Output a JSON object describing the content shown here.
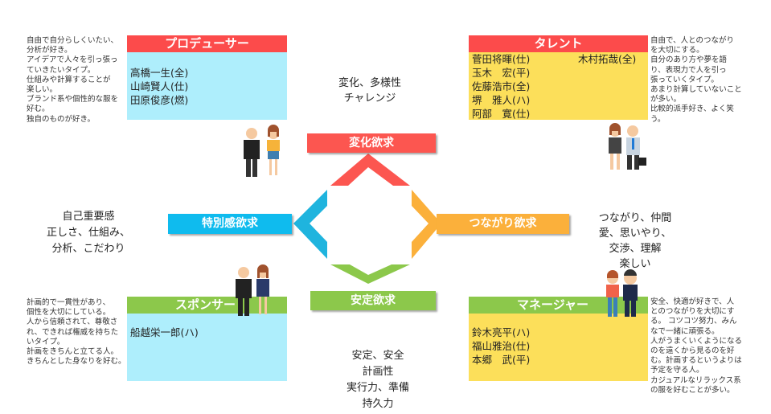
{
  "colors": {
    "red": "#fc5650",
    "blue": "#19b6e2",
    "orange": "#fbb03b",
    "green": "#8cc84b",
    "lightblue": "#aeeefc",
    "yellow": "#fcdf5a"
  },
  "quadrants": {
    "producer": {
      "title": "プロデューサー",
      "names": [
        "高橋一生(全)",
        "山崎賢人(仕)",
        "田原俊彦(燃)"
      ],
      "description": [
        "自由で自分らしくいたい、",
        "分析が好き。",
        "アイデアで人々を引っ張っ",
        "ていきたいタイプ。",
        "仕組みや計算することが",
        "楽しい。",
        "ブランド系や個性的な服を",
        "好む。",
        "独自のものが好き。"
      ]
    },
    "talent": {
      "title": "タレント",
      "names": [
        "菅田将暉(仕)",
        "玉木　宏(平)",
        "佐藤浩市(全)",
        "堺　雅人(ハ)",
        "阿部　寛(仕)"
      ],
      "names_right": [
        "木村拓哉(全)"
      ],
      "description": [
        "自由で、人とのつながり",
        "を大切にする。",
        "自分のあり方や夢を語",
        "り、表現力で人を引っ",
        "張っていくタイプ。",
        "あまり計算していないこと",
        "が多い。",
        "比較的派手好き、よく笑",
        "う。"
      ]
    },
    "sponsor": {
      "title": "スポンサー",
      "names": [
        "船越栄一郎(ハ)"
      ],
      "description": [
        "計画的で一貫性があり、",
        "個性を大切にしている。",
        "人から信頼されて、尊敬さ",
        "れ、できれば権威を持ちた",
        "いタイプ。",
        "計画をきちんと立てる人。",
        "きちんとした身なりを好む。"
      ]
    },
    "manager": {
      "title": "マネージャー",
      "names": [
        "鈴木亮平(ハ)",
        "福山雅治(仕)",
        "本郷　武(平)"
      ],
      "description": [
        "安全、快適が好きで、人",
        "とのつながりを大切にす",
        "る。 コツコツ努力、みん",
        "なで一緒に頑張る。",
        "人がうまくいくようになる",
        "のを遠くから見るのを好",
        "む。計画するというよりは",
        "予定を守る人。",
        "カジュアルなリラックス系",
        "の服を好むことが多い。"
      ]
    }
  },
  "needs": {
    "change": {
      "label": "変化欲求",
      "keywords": "変化、多様性\nチャレンジ"
    },
    "special": {
      "label": "特別感欲求",
      "keywords": "自己重要感\n正しさ、仕組み、\n分析、こだわり"
    },
    "connection": {
      "label": "つながり欲求",
      "keywords": "つながり、仲間\n愛、思いやり、\n交渉、理解\n楽しい"
    },
    "stability": {
      "label": "安定欲求",
      "keywords": "安定、安全\n計画性\n実行力、準備\n持久力"
    }
  }
}
